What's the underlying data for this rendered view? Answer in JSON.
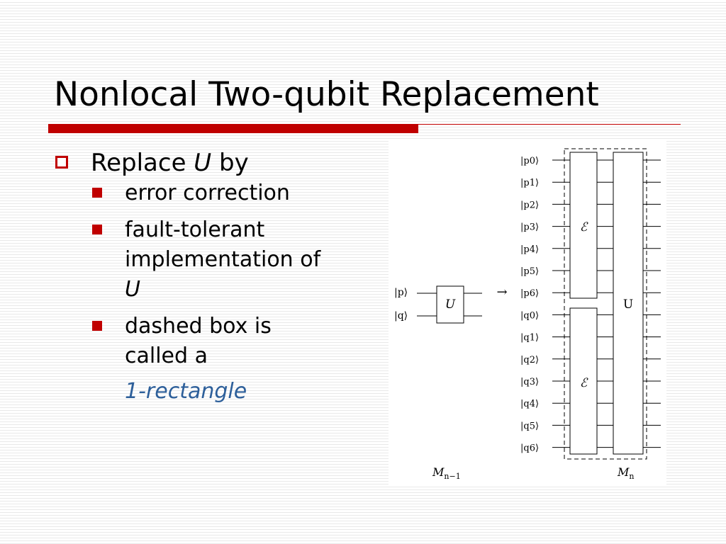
{
  "slide": {
    "title": "Nonlocal Two-qubit Replacement",
    "colors": {
      "accent": "#c00000",
      "link": "#2d5f9a"
    },
    "bullets": {
      "main": {
        "text_before": "Replace ",
        "italic": "U",
        "text_after": " by"
      },
      "sub": [
        {
          "text": "error correction"
        },
        {
          "text_before": "fault-tolerant implementation of ",
          "italic": "U"
        },
        {
          "text": "dashed box is called a"
        }
      ],
      "highlight": "1-rectangle"
    }
  },
  "diagram": {
    "left_inputs": [
      "|p⟩",
      "|q⟩"
    ],
    "left_gate": "U",
    "arrow": "→",
    "p_wires": [
      "|p0⟩",
      "|p1⟩",
      "|p2⟩",
      "|p3⟩",
      "|p4⟩",
      "|p5⟩",
      "|p6⟩"
    ],
    "q_wires": [
      "|q0⟩",
      "|q1⟩",
      "|q2⟩",
      "|q3⟩",
      "|q4⟩",
      "|q5⟩",
      "|q6⟩"
    ],
    "ec_label": "ℰ",
    "big_gate": "U",
    "left_caption": {
      "base": "M",
      "sub": "n−1"
    },
    "right_caption": {
      "base": "M",
      "sub": "n"
    }
  }
}
